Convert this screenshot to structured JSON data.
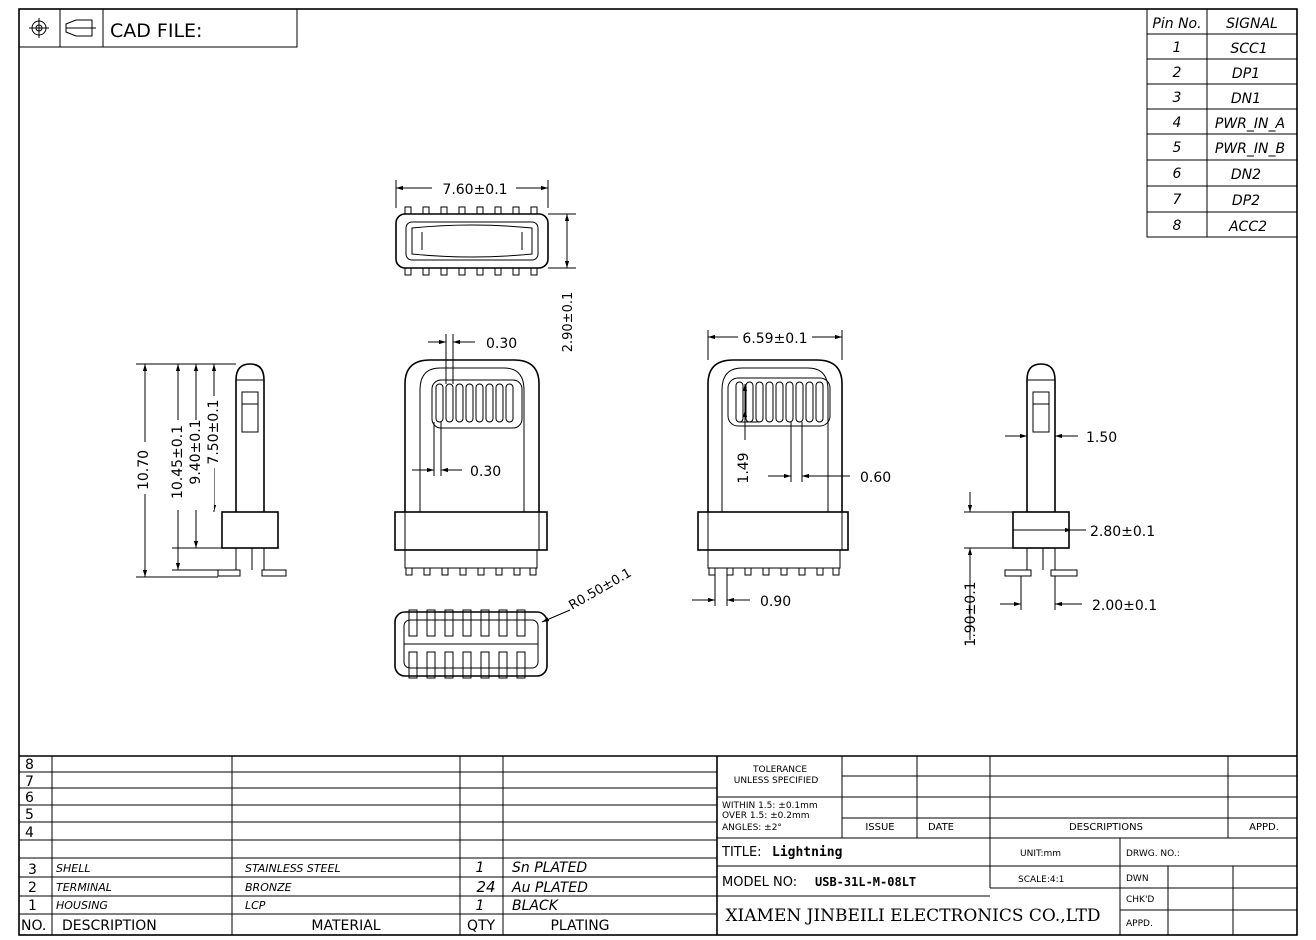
{
  "header": {
    "cad_label": "CAD FILE:"
  },
  "pin_table": {
    "col_pin": "Pin No.",
    "col_signal": "SIGNAL",
    "rows": [
      {
        "pin": "1",
        "signal": "SCC1"
      },
      {
        "pin": "2",
        "signal": "DP1"
      },
      {
        "pin": "3",
        "signal": "DN1"
      },
      {
        "pin": "4",
        "signal": "PWR_IN_A"
      },
      {
        "pin": "5",
        "signal": "PWR_IN_B"
      },
      {
        "pin": "6",
        "signal": "DN2"
      },
      {
        "pin": "7",
        "signal": "DP2"
      },
      {
        "pin": "8",
        "signal": "ACC2"
      }
    ]
  },
  "dimensions": {
    "top_width": "7.60±0.1",
    "top_height": "2.90±0.1",
    "side_total": "10.70",
    "side_a": "10.45±0.1",
    "side_b": "9.40±0.1",
    "side_c": "7.50±0.1",
    "front_slot_top": "0.30",
    "front_slot_bottom": "0.30",
    "rear_width": "6.59±0.1",
    "rear_depth": "1.49",
    "rear_pitch": "0.60",
    "rear_pin": "0.90",
    "bottom_radius": "R0.50±0.1",
    "right_a": "1.50",
    "right_b": "2.80±0.1",
    "right_c": "1.90±0.1",
    "right_d": "2.00±0.1"
  },
  "bom": {
    "row_numbers": [
      "8",
      "7",
      "6",
      "5",
      "4"
    ],
    "items": [
      {
        "no": "3",
        "desc": "SHELL",
        "material": "STAINLESS STEEL",
        "qty": "1",
        "plating": "Sn PLATED"
      },
      {
        "no": "2",
        "desc": "TERMINAL",
        "material": "BRONZE",
        "qty": "24",
        "plating": "Au PLATED"
      },
      {
        "no": "1",
        "desc": "HOUSING",
        "material": "LCP",
        "qty": "1",
        "plating": "BLACK"
      }
    ],
    "header": {
      "no": "NO.",
      "desc": "DESCRIPTION",
      "material": "MATERIAL",
      "qty": "QTY",
      "plating": "PLATING"
    }
  },
  "title_block": {
    "tolerance_1": "TOLERANCE",
    "tolerance_2": "UNLESS SPECIFIED",
    "within": "WITHIN 1.5: ±0.1mm",
    "over": "OVER 1.5:  ±0.2mm",
    "angles": "ANGLES: ±2°",
    "issue": "ISSUE",
    "date": "DATE",
    "descriptions": "DESCRIPTIONS",
    "appd_col": "APPD.",
    "title_label": "TITLE:",
    "title_value": "Lightning",
    "model_label": "MODEL NO:",
    "model_value": "USB-31L-M-08LT",
    "unit": "UNIT:mm",
    "scale": "SCALE:4:1",
    "drwg_no": "DRWG. NO.:",
    "dwn": "DWN",
    "chkd": "CHK'D",
    "appd": "APPD.",
    "company": "XIAMEN JINBEILI ELECTRONICS CO.,LTD"
  }
}
